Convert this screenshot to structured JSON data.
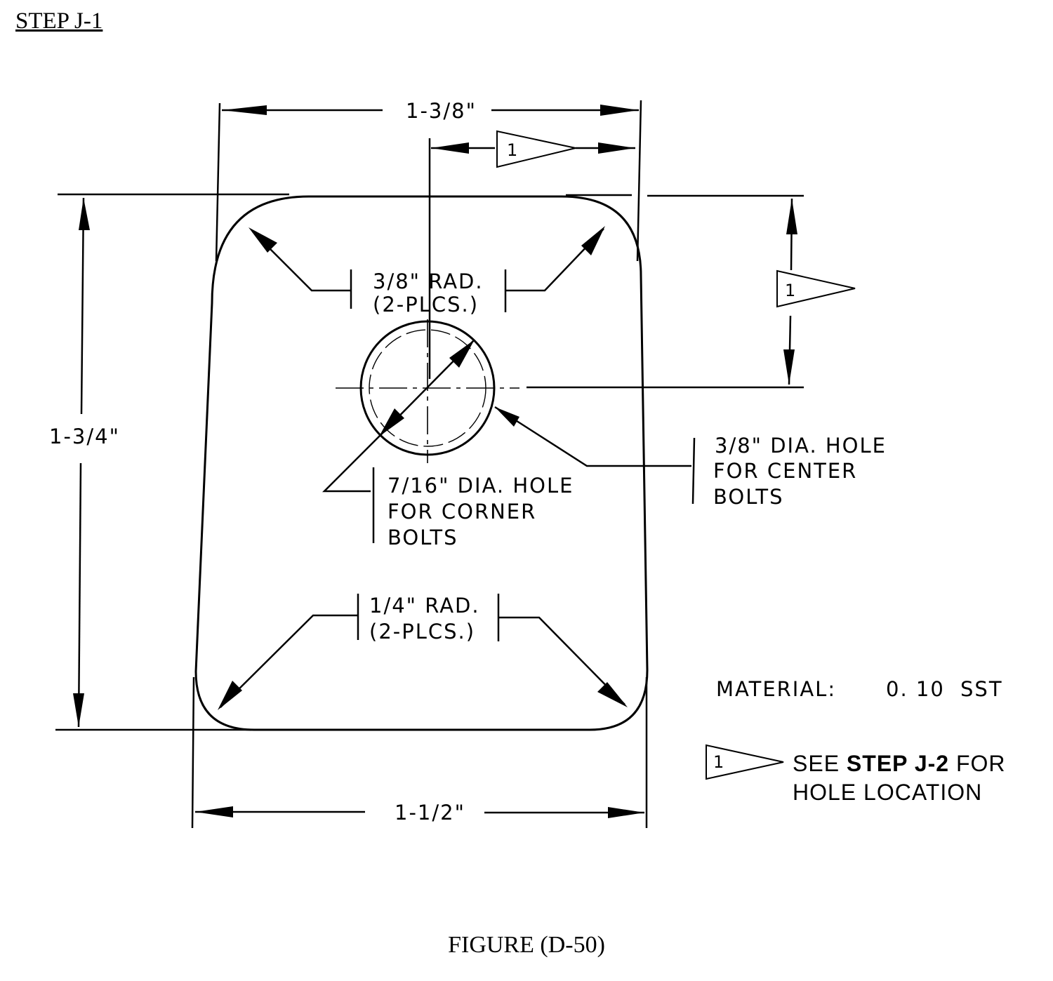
{
  "header": {
    "title": "STEP J-1"
  },
  "dimensions": {
    "top_width": "1-3/8\"",
    "bottom_width": "1-1/2\"",
    "height": "1-3/4\""
  },
  "callouts": {
    "top_radius": [
      "3/8\" RAD.",
      "(2-PLCS.)"
    ],
    "bottom_radius": [
      "1/4\" RAD.",
      "(2-PLCS.)"
    ],
    "corner_hole": [
      "7/16\" DIA. HOLE",
      "FOR CORNER",
      "BOLTS"
    ],
    "center_hole": [
      "3/8\" DIA. HOLE",
      "FOR CENTER",
      "BOLTS"
    ]
  },
  "material": {
    "label": "MATERIAL:",
    "thickness": "0. 10",
    "type": "SST"
  },
  "flag": {
    "number": "1"
  },
  "legend": {
    "line1_prefix": "SEE ",
    "line1_bold": "STEP J-2",
    "line1_suffix": " FOR",
    "line2": "HOLE LOCATION"
  },
  "footer": {
    "caption": "FIGURE (D-50)"
  }
}
